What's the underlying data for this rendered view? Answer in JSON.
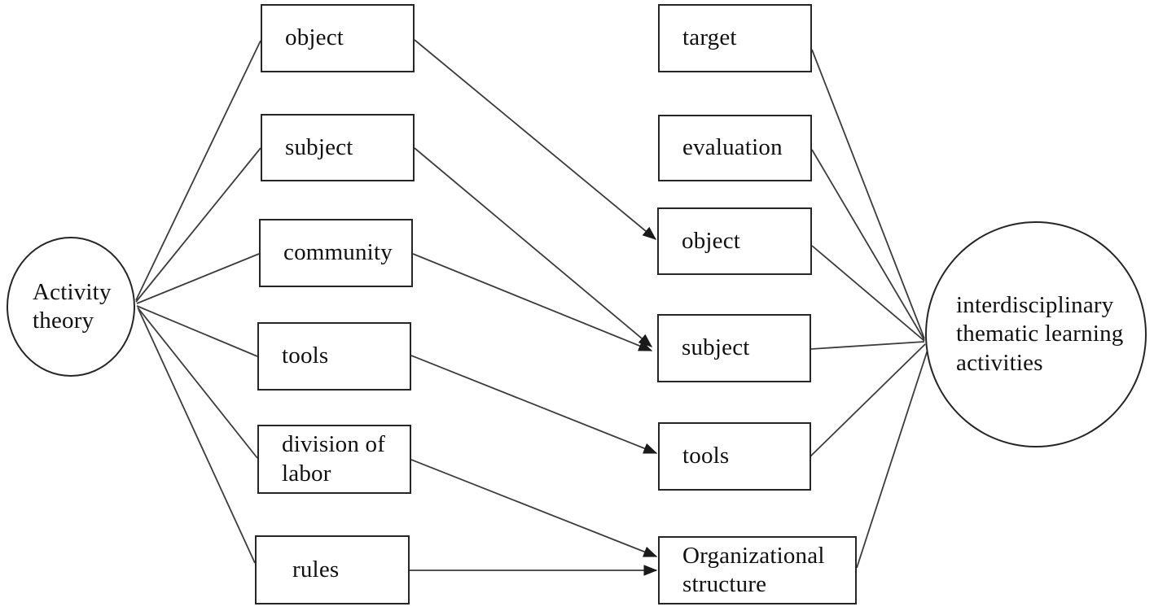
{
  "diagram": {
    "left_node": {
      "label": "Activity theory"
    },
    "right_node": {
      "label": "interdisciplinary thematic learning activities"
    },
    "left_column": [
      {
        "label": "object"
      },
      {
        "label": "subject"
      },
      {
        "label": "community"
      },
      {
        "label": "tools"
      },
      {
        "label": "division of labor"
      },
      {
        "label": "rules"
      }
    ],
    "middle_column": [
      {
        "label": "target"
      },
      {
        "label": "evaluation"
      },
      {
        "label": "object"
      },
      {
        "label": "subject"
      },
      {
        "label": "tools"
      },
      {
        "label": "Organizational structure"
      }
    ],
    "edges": {
      "from_left_node": [
        {
          "from": "Activity theory",
          "to": "object",
          "arrow": false
        },
        {
          "from": "Activity theory",
          "to": "subject",
          "arrow": false
        },
        {
          "from": "Activity theory",
          "to": "community",
          "arrow": false
        },
        {
          "from": "Activity theory",
          "to": "tools",
          "arrow": false
        },
        {
          "from": "Activity theory",
          "to": "division of labor",
          "arrow": false
        },
        {
          "from": "Activity theory",
          "to": "rules",
          "arrow": false
        }
      ],
      "left_to_middle": [
        {
          "from": "object",
          "to": "object",
          "arrow": true
        },
        {
          "from": "subject",
          "to": "subject",
          "arrow": true
        },
        {
          "from": "community",
          "to": "subject",
          "arrow": true
        },
        {
          "from": "tools",
          "to": "tools",
          "arrow": true
        },
        {
          "from": "division of labor",
          "to": "Organizational structure",
          "arrow": true
        },
        {
          "from": "rules",
          "to": "Organizational structure",
          "arrow": true
        }
      ],
      "middle_to_right_node": [
        {
          "from": "target",
          "to": "interdisciplinary thematic learning activities",
          "arrow": false
        },
        {
          "from": "evaluation",
          "to": "interdisciplinary thematic learning activities",
          "arrow": false
        },
        {
          "from": "object",
          "to": "interdisciplinary thematic learning activities",
          "arrow": false
        },
        {
          "from": "subject",
          "to": "interdisciplinary thematic learning activities",
          "arrow": false
        },
        {
          "from": "tools",
          "to": "interdisciplinary thematic learning activities",
          "arrow": false
        },
        {
          "from": "Organizational structure",
          "to": "interdisciplinary thematic learning activities",
          "arrow": false
        }
      ]
    },
    "colors": {
      "line": "#3c3c3c",
      "border": "#262626",
      "text": "#101010",
      "background": "#ffffff"
    }
  }
}
